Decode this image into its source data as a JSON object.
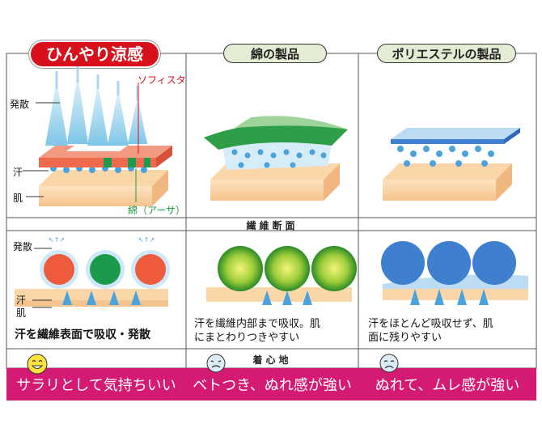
{
  "columns": [
    {
      "title": "ひんやり涼感",
      "desc_lines": [
        "汗を繊維表面で吸収・発散"
      ],
      "feel": "サラリとして気持ちいい"
    },
    {
      "title": "綿の製品",
      "desc_lines": [
        "汗を繊維内部まで吸収。肌",
        "にまとわりつきやすい"
      ],
      "feel": "ベトつき、ぬれ感が強い"
    },
    {
      "title": "ポリエステルの製品",
      "desc_lines": [
        "汗をほとんど吸収せず、肌",
        "面に残りやすい"
      ],
      "feel": "ぬれて、ムレ感が強い"
    }
  ],
  "labels": {
    "sofista": "ソフィスタ",
    "hassan": "発散",
    "ase": "汗",
    "hada": "肌",
    "men_asa": "綿（アーサ）",
    "hassan2": "発散",
    "ase2": "汗",
    "hada2": "肌"
  },
  "section_fiber": "繊維断面",
  "section_feel": "着心地",
  "colors": {
    "accent_red": "#d8101c",
    "band_magenta": "#d51a73",
    "cotton_green": "#22a043",
    "poly_blue": "#3f7fcf"
  },
  "icons": {
    "happy": "smile-face-icon",
    "cotton": "worried-face-icon",
    "poly": "sad-face-icon"
  }
}
